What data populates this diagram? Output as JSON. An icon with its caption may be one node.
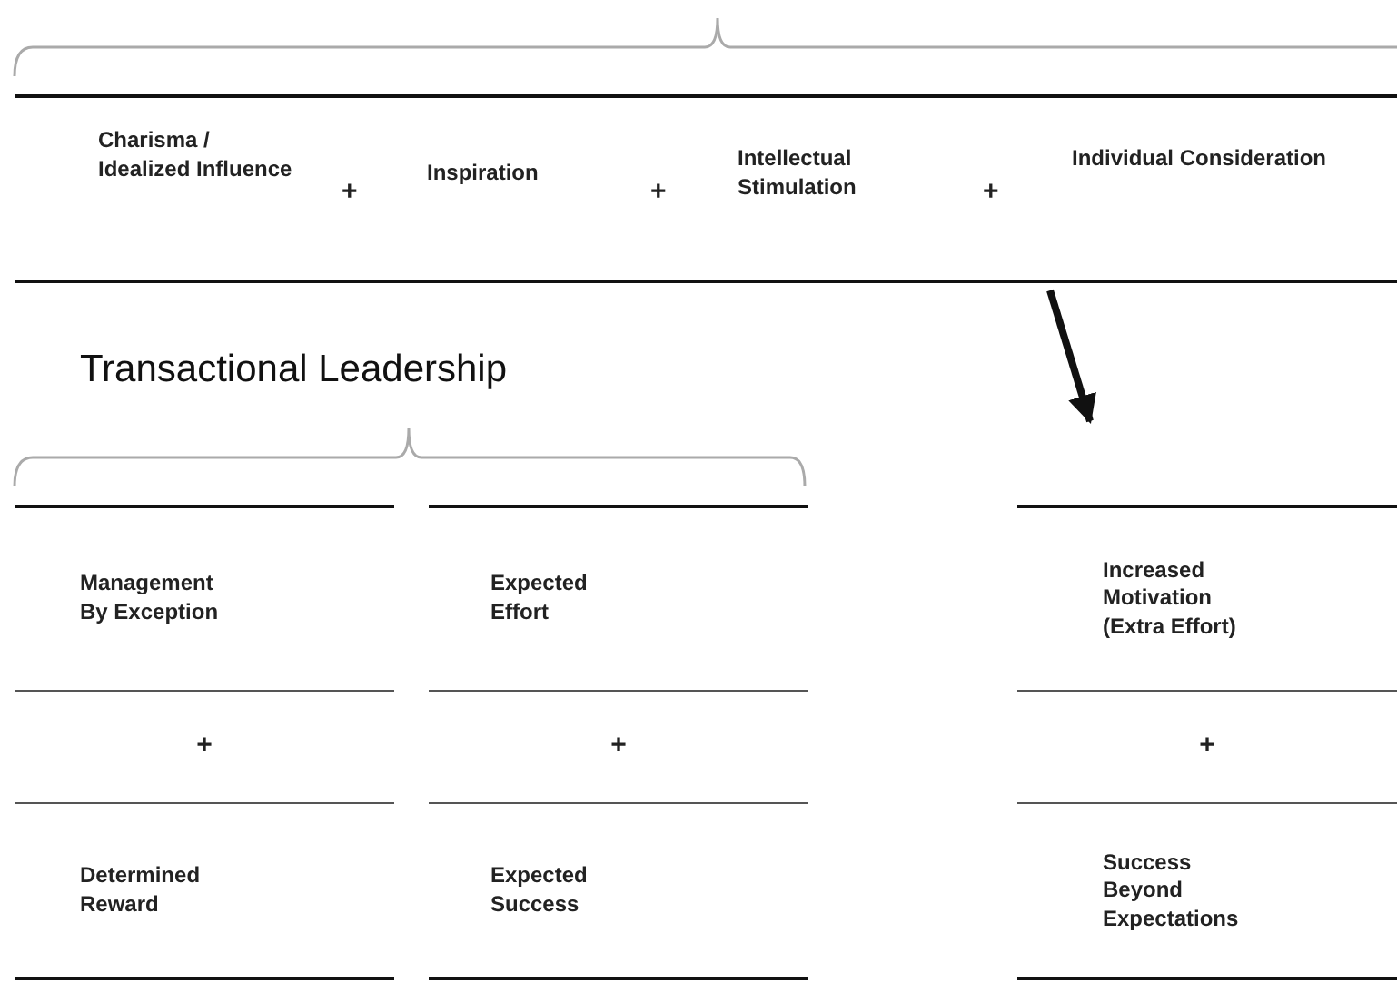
{
  "diagram": {
    "nodes": [
      {
        "text": [
          "Charisma / Idealized Influence",
          "+",
          "Inspiration",
          "+",
          "Intellectual Stimulation",
          "+",
          "Individual Consideration"
        ]
      },
      {
        "text": [
          "Management By Exception",
          "+",
          "Determined Reward"
        ]
      },
      {
        "text": [
          "Expected Effort",
          "+",
          "Expected Success"
        ]
      },
      {
        "text": [
          "Increased Motivation (Extra Effort)",
          "+",
          "Success Beyond Expectations"
        ]
      }
    ],
    "edges": [
      {
        "from": 0,
        "to": 3,
        "arrow": "to"
      }
    ],
    "labels": [
      "Transactional Leadership"
    ]
  }
}
